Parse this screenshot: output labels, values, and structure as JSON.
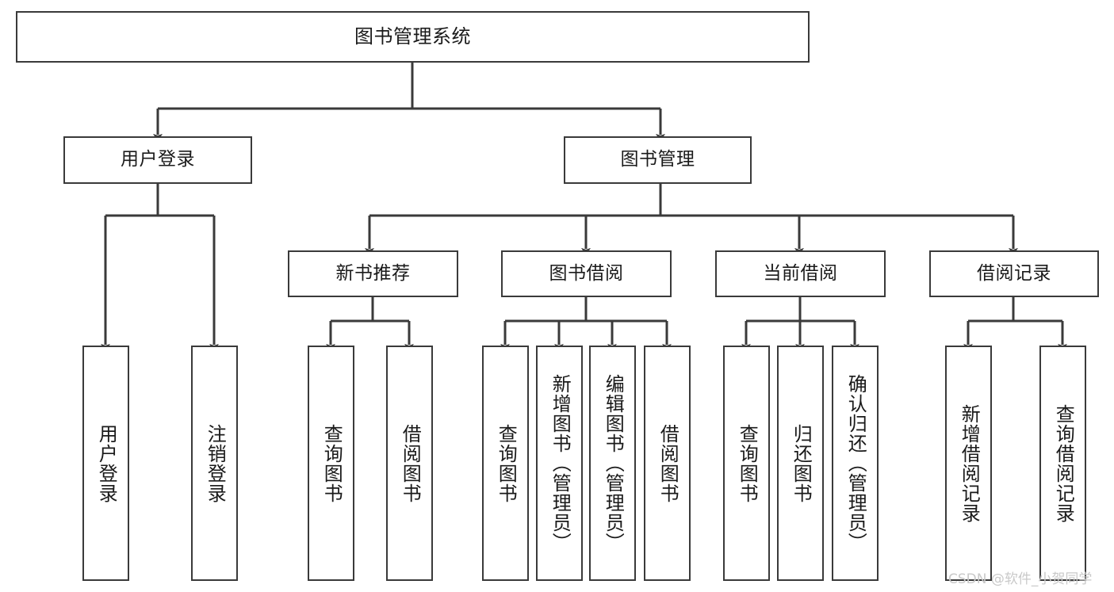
{
  "diagram": {
    "title": "图书管理系统",
    "type": "tree",
    "orientation": "top-down",
    "colors": {
      "box_border": "#3a3a3a",
      "box_fill": "#ffffff",
      "edge": "#3a3a3a",
      "text": "#1a1a1a",
      "watermark": "#c9c9c9",
      "background": "#ffffff"
    },
    "root": {
      "id": "root",
      "label": "图书管理系统"
    },
    "level2": [
      {
        "id": "user-login",
        "label": "用户登录"
      },
      {
        "id": "book-manage",
        "label": "图书管理"
      }
    ],
    "level3": [
      {
        "id": "new-book-rec",
        "label": "新书推荐",
        "parent": "book-manage"
      },
      {
        "id": "book-borrow",
        "label": "图书借阅",
        "parent": "book-manage"
      },
      {
        "id": "current-borrow",
        "label": "当前借阅",
        "parent": "book-manage"
      },
      {
        "id": "borrow-record",
        "label": "借阅记录",
        "parent": "book-manage"
      }
    ],
    "leaves": [
      {
        "id": "leaf-user-login",
        "label": "用户登录",
        "parent": "user-login"
      },
      {
        "id": "leaf-logout",
        "label": "注销登录",
        "parent": "user-login"
      },
      {
        "id": "leaf-query-book-1",
        "label": "查询图书",
        "parent": "new-book-rec"
      },
      {
        "id": "leaf-borrow-book-1",
        "label": "借阅图书",
        "parent": "new-book-rec"
      },
      {
        "id": "leaf-query-book-2",
        "label": "查询图书",
        "parent": "book-borrow"
      },
      {
        "id": "leaf-add-book",
        "label": "新增图书（管理员）",
        "parent": "book-borrow"
      },
      {
        "id": "leaf-edit-book",
        "label": "编辑图书（管理员）",
        "parent": "book-borrow"
      },
      {
        "id": "leaf-borrow-book-2",
        "label": "借阅图书",
        "parent": "book-borrow"
      },
      {
        "id": "leaf-query-book-3",
        "label": "查询图书",
        "parent": "current-borrow"
      },
      {
        "id": "leaf-return-book",
        "label": "归还图书",
        "parent": "current-borrow"
      },
      {
        "id": "leaf-confirm-return",
        "label": "确认归还（管理员）",
        "parent": "current-borrow"
      },
      {
        "id": "leaf-add-record",
        "label": "新增借阅记录",
        "parent": "borrow-record"
      },
      {
        "id": "leaf-query-record",
        "label": "查询借阅记录",
        "parent": "borrow-record"
      }
    ],
    "watermark": "CSDN @软件_小贺同学"
  }
}
